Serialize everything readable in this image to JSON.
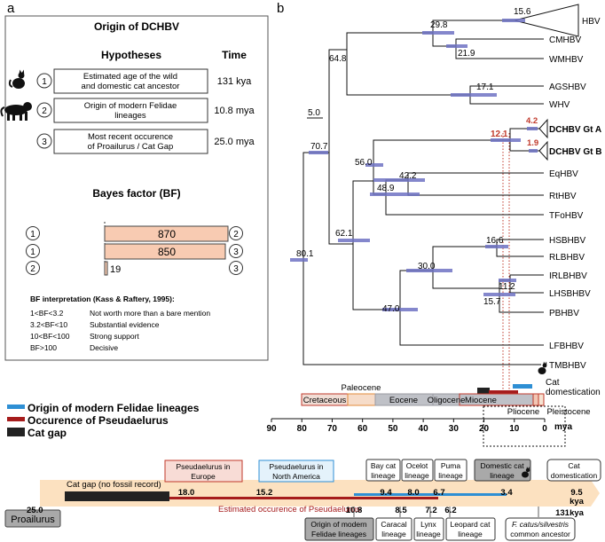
{
  "panels": {
    "a": "a",
    "b": "b"
  },
  "panel_a": {
    "title": "Origin of DCHBV",
    "headers": {
      "hypotheses": "Hypotheses",
      "time": "Time"
    },
    "hypotheses": [
      {
        "num": "1",
        "icon": "domestic-cat",
        "line1": "Estimated age of the wild",
        "line2": "and domestic cat ancestor",
        "time": "131 kya"
      },
      {
        "num": "2",
        "icon": "big-cat",
        "line1": "Origin of modern Felidae",
        "line2": "lineages",
        "time": "10.8 mya"
      },
      {
        "num": "3",
        "icon": "",
        "line1": "Most recent occurence",
        "line2": "of Proailurus / Cat Gap",
        "time": "25.0 mya"
      }
    ],
    "bf_title": "Bayes factor (BF)",
    "bf_rows": [
      {
        "left": "1",
        "value": 870,
        "label": "870",
        "right": "2"
      },
      {
        "left": "1",
        "value": 850,
        "label": "850",
        "right": "3"
      },
      {
        "left": "2",
        "value": 19,
        "label": "19",
        "right": "3"
      }
    ],
    "interp_title": "BF interpretation (Kass & Raftery, 1995):",
    "interp": [
      {
        "range": "1<BF<3.2",
        "meaning": "Not worth more than a bare mention"
      },
      {
        "range": "3.2<BF<10",
        "meaning": "Substantial evidence"
      },
      {
        "range": "10<BF<100",
        "meaning": "Strong support"
      },
      {
        "range": "BF>100",
        "meaning": "Decisive"
      }
    ]
  },
  "panel_b": {
    "taxa": [
      "HBV",
      "CMHBV",
      "WMHBV",
      "AGSHBV",
      "WHV",
      "DCHBV Gt A",
      "DCHBV Gt B",
      "EqHBV",
      "RtHBV",
      "TFoHBV",
      "HSBHBV",
      "RLBHBV",
      "IRLBHBV",
      "LHSBHBV",
      "PBHBV",
      "LFBHBV",
      "TMBHBV"
    ],
    "node_ages": [
      "80.1",
      "70.7",
      "64.8",
      "29.8",
      "15.6",
      "21.9",
      "17.1",
      "62.1",
      "56.0",
      "12.1",
      "4.2",
      "1.9",
      "42.2",
      "48.9",
      "47.0",
      "30.0",
      "16.6",
      "15.7",
      "11.2"
    ],
    "scale_label": "5.0",
    "cat_domestication": "Cat domestication",
    "epochs": [
      "Cretaceous",
      "Paleocene",
      "Eocene",
      "Oligocene",
      "Miocene",
      "Pliocene",
      "Pleistocene"
    ],
    "axis_ticks": [
      "90",
      "80",
      "70",
      "60",
      "50",
      "40",
      "30",
      "20",
      "10",
      "0"
    ],
    "axis_unit": "mya"
  },
  "legend": [
    {
      "label": "Origin of modern Felidae lineages",
      "color": "#2e8fd4"
    },
    {
      "label": "Occurence of Pseudaelurus",
      "color": "#a61c1c"
    },
    {
      "label": "Cat gap",
      "color": "#222222"
    }
  ],
  "timeline": {
    "cat_gap_text": "Cat gap (no fossil record)",
    "pseud_text": "Estimated occurence of Pseudaelurus",
    "proailurus": "Proailurus",
    "marks_above": [
      {
        "value": "25.0"
      },
      {
        "value": "18.0"
      },
      {
        "value": "15.2"
      },
      {
        "value": "9.4"
      },
      {
        "value": "8.0"
      },
      {
        "value": "6.7"
      },
      {
        "value": "3.4"
      },
      {
        "value": "9.5"
      },
      {
        "value": "kya"
      }
    ],
    "marks_below": [
      {
        "value": "10.8"
      },
      {
        "value": "8.5"
      },
      {
        "value": "7.2"
      },
      {
        "value": "6.2"
      },
      {
        "value": "131"
      },
      {
        "value": "kya"
      }
    ],
    "boxes_top": [
      {
        "line1": "Pseudaelurus in",
        "line2": "Europe"
      },
      {
        "line1": "Pseudaelurus in",
        "line2": "North America"
      },
      {
        "line1": "Bay cat",
        "line2": "lineage"
      },
      {
        "line1": "Ocelot",
        "line2": "lineage"
      },
      {
        "line1": "Puma",
        "line2": "lineage"
      },
      {
        "line1": "Domestic cat",
        "line2": "lineage"
      },
      {
        "line1": "Cat",
        "line2": "domestication"
      }
    ],
    "boxes_bottom": [
      {
        "line1": "Origin of modern",
        "line2": "Felidae lineages"
      },
      {
        "line1": "Caracal",
        "line2": "lineage"
      },
      {
        "line1": "Lynx",
        "line2": "lineage"
      },
      {
        "line1": "Leopard cat",
        "line2": "lineage"
      },
      {
        "line1": "F. catus/silvestris",
        "line2": "common ancestor"
      }
    ]
  }
}
